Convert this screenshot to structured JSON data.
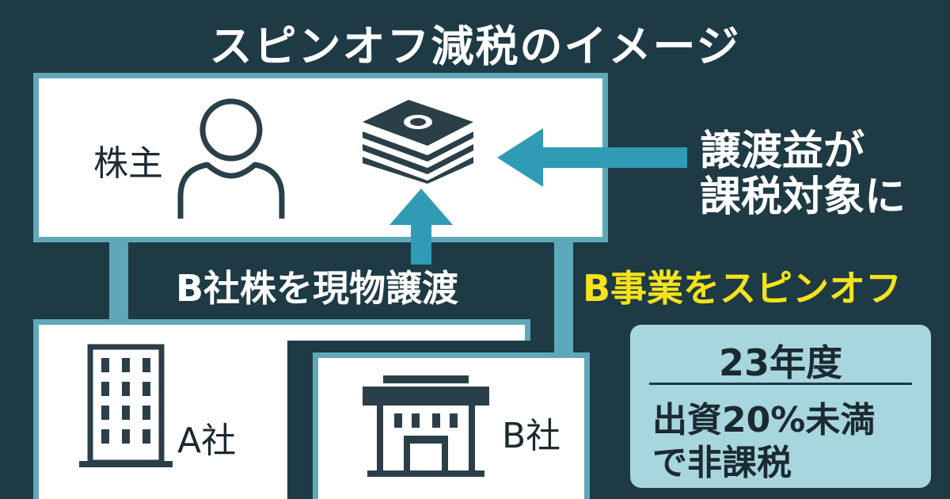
{
  "title": "スピンオフ減税のイメージ",
  "shareholder": {
    "label": "株主"
  },
  "tax_note": {
    "line1": "譲渡益が",
    "line2": "課税対象に"
  },
  "transfer": {
    "label": "B社株を現物譲渡"
  },
  "spinoff": {
    "label": "B事業をスピンオフ"
  },
  "company_a": {
    "label": "A社"
  },
  "company_b": {
    "label": "B社"
  },
  "note_box": {
    "year": "23年度",
    "line1": "出資20%未満",
    "line2": "で非課税"
  },
  "colors": {
    "background": "#1e3a45",
    "accent": "#5fa8b9",
    "arrow": "#2f9bb5",
    "highlight": "#f5e21a",
    "note_box": "#a8d6de",
    "icon": "#2b3f49"
  },
  "icons": [
    "person-icon",
    "money-stack-icon",
    "office-building-icon",
    "store-building-icon",
    "arrow-left-icon",
    "arrow-up-icon"
  ]
}
